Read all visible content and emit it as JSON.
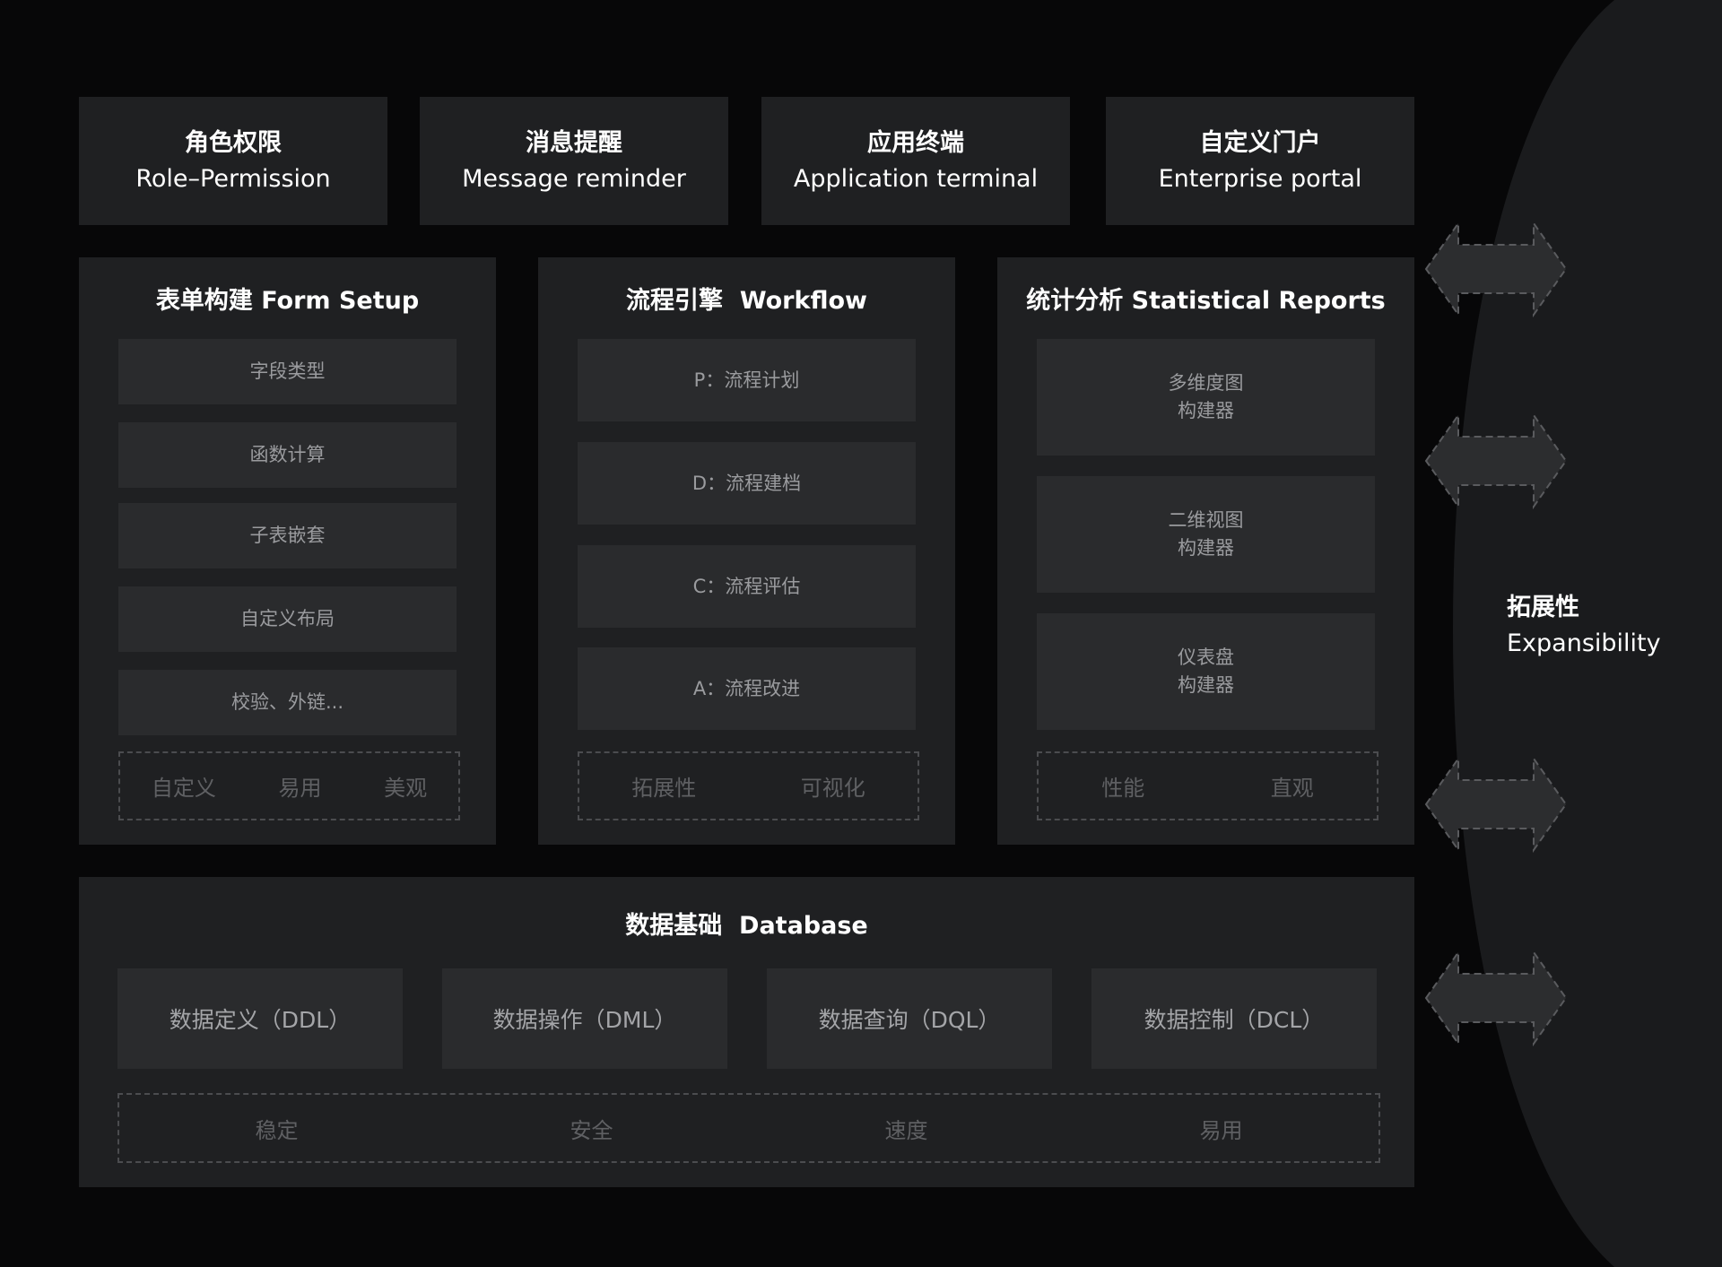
{
  "top_modules": [
    {
      "zh": "角色权限",
      "en": "Role–Permission"
    },
    {
      "zh": "消息提醒",
      "en": "Message reminder"
    },
    {
      "zh": "应用终端",
      "en": "Application terminal"
    },
    {
      "zh": "自定义门户",
      "en": "Enterprise portal"
    }
  ],
  "form_setup": {
    "title": "表单构建 Form Setup",
    "items": [
      "字段类型",
      "函数计算",
      "子表嵌套",
      "自定义布局",
      "校验、外链..."
    ],
    "traits": [
      "自定义",
      "易用",
      "美观"
    ]
  },
  "workflow": {
    "title": "流程引擎  Workflow",
    "items": [
      "P：流程计划",
      "D：流程建档",
      "C：流程评估",
      "A：流程改进"
    ],
    "traits": [
      "拓展性",
      "可视化"
    ]
  },
  "reports": {
    "title": "统计分析 Statistical Reports",
    "items": [
      "多维度图\n构建器",
      "二维视图\n构建器",
      "仪表盘\n构建器"
    ],
    "traits": [
      "性能",
      "直观"
    ]
  },
  "database": {
    "title": "数据基础  Database",
    "items": [
      "数据定义（DDL）",
      "数据操作（DML）",
      "数据查询（DQL）",
      "数据控制（DCL）"
    ],
    "traits": [
      "稳定",
      "安全",
      "速度",
      "易用"
    ]
  },
  "expansibility": {
    "zh": "拓展性",
    "en": "Expansibility"
  },
  "colors": {
    "background": "#070708",
    "panel": "#1f2022",
    "tile": "#2a2b2d",
    "arc": "#1a1b1d",
    "dashed": "#4b4c4f"
  }
}
